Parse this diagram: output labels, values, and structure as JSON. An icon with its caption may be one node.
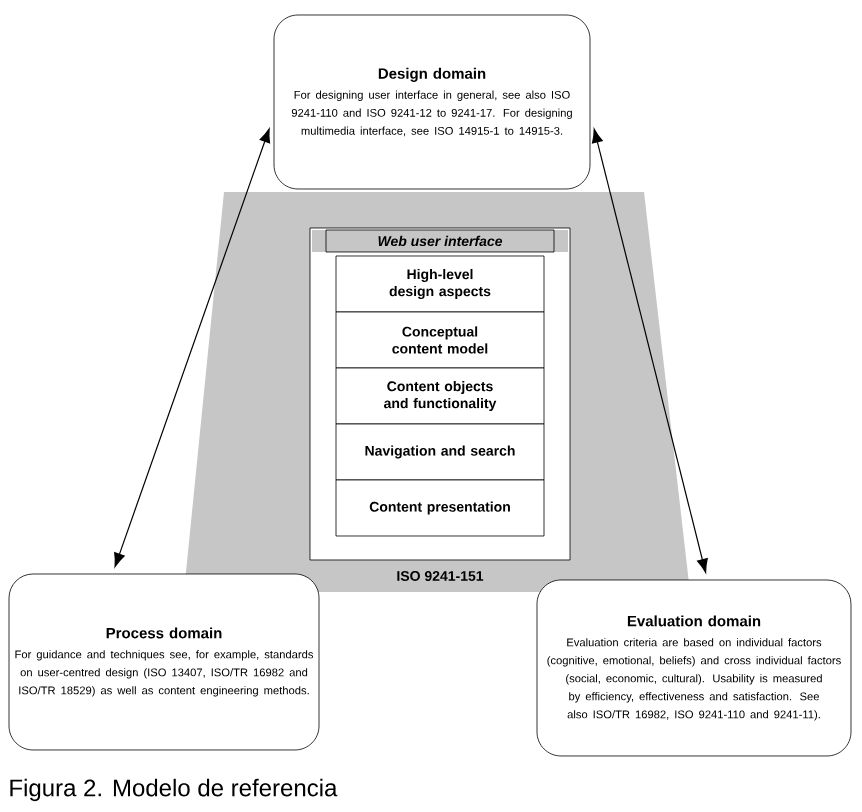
{
  "diagram": {
    "caption": "Figura 2. Modelo de referencia",
    "nodes": [
      {
        "text": [
          "Design domain",
          "For designing user interface in general, see also ISO 9241-110 and ISO 9241-12 to 9241-17. For designing multimedia interface, see ISO 14915-1 to 14915-3."
        ]
      },
      {
        "text": [
          "ISO 9241-151"
        ]
      },
      {
        "text": [
          "Web user interface"
        ],
        "in": 1
      },
      {
        "text": [
          "High-level design aspects"
        ],
        "in": 2
      },
      {
        "text": [
          "Conceptual content model"
        ],
        "in": 2
      },
      {
        "text": [
          "Content objects and functionality"
        ],
        "in": 2
      },
      {
        "text": [
          "Navigation and search"
        ],
        "in": 2
      },
      {
        "text": [
          "Content presentation"
        ],
        "in": 2
      },
      {
        "text": [
          "Process domain",
          "For guidance and techniques see, for example, standards on user-centred design (ISO 13407, ISO/TR 16982 and ISO/TR 18529) as well as content engineering methods."
        ]
      },
      {
        "text": [
          "Evaluation domain",
          "Evaluation criteria are based on individual factors (cognitive, emotional, beliefs) and cross individual factors (social, economic, cultural). Usability is measured by efficiency, effectiveness and satisfaction. See also ISO/TR 16982, ISO 9241-110 and 9241-11)."
        ]
      }
    ],
    "edges": [
      {
        "from": 0,
        "to": 8,
        "arrow": "both"
      },
      {
        "from": 0,
        "to": 9,
        "arrow": "both"
      }
    ]
  }
}
